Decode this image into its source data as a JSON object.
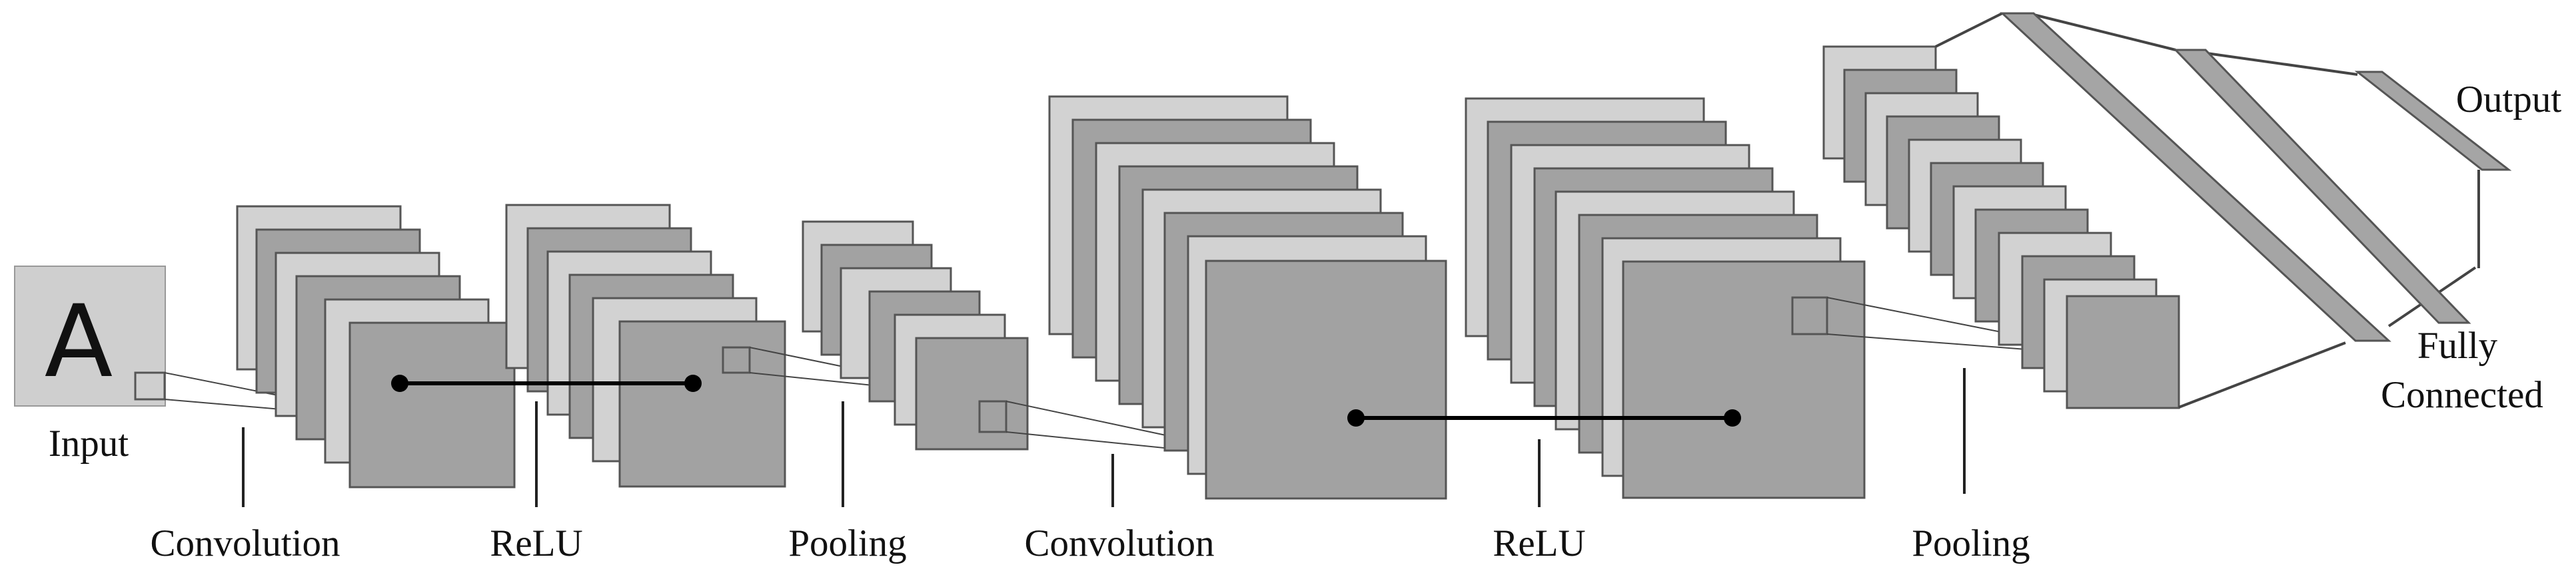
{
  "colors": {
    "map_light": "#d2d2d2",
    "map_dark": "#a2a2a2",
    "map_stroke": "#555555",
    "input_bg": "#cfcfcf",
    "connector": "#444444",
    "line_black": "#000000",
    "fc_fill": "#a5a5a5"
  },
  "input": {
    "glyph": "A"
  },
  "labels": {
    "input": "Input",
    "convolution_1": "Convolution",
    "relu_1": "ReLU",
    "pooling_1": "Pooling",
    "convolution_2": "Convolution",
    "relu_2": "ReLU",
    "pooling_2": "Pooling",
    "fully_connected_line1": "Fully",
    "fully_connected_line2": "Connected",
    "output": "Output"
  }
}
